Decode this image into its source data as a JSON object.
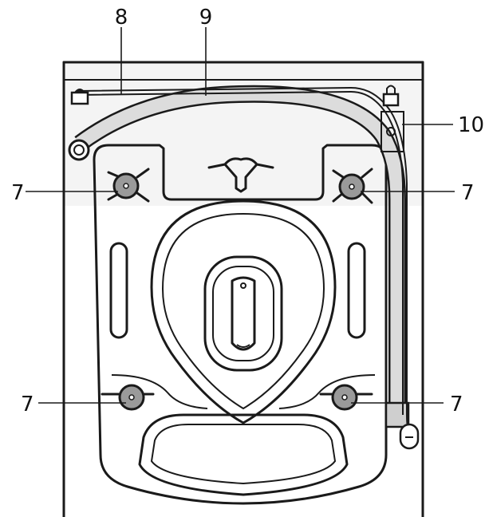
{
  "callouts": {
    "hose_clamp_top": "8",
    "drain_hose": "9",
    "hose_bracket": "10",
    "spacer_upper_left": "7",
    "spacer_upper_right": "7",
    "spacer_lower_left": "7",
    "spacer_lower_right": "7"
  },
  "colors": {
    "outline": "#1a1a1a",
    "hose_fill": "#dcdcdc",
    "bolt_fill": "#9a9a9a",
    "upper_panel": "#f4f4f4"
  }
}
